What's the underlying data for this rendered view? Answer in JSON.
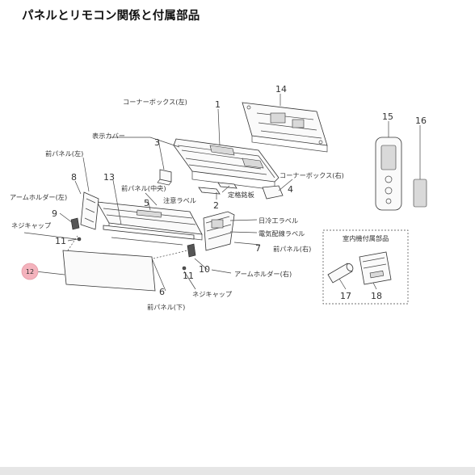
{
  "title": "パネルとリモコン関係と付属部品",
  "highlight_color": "#f4b3bd",
  "parts": {
    "p1": "1",
    "p2": "2",
    "p3": "3",
    "p4": "4",
    "p5": "5",
    "p6": "6",
    "p7": "7",
    "p8": "8",
    "p9": "9",
    "p10": "10",
    "p11a": "11",
    "p11b": "11",
    "p12": "12",
    "p13": "13",
    "p14": "14",
    "p15": "15",
    "p16": "16",
    "p17": "17",
    "p18": "18"
  },
  "labels": {
    "corner_box_left": "コーナーボックス(左)",
    "corner_box_right": "コーナーボックス(右)",
    "display_cover": "表示カバー",
    "front_panel_left": "前パネル(左)",
    "front_panel_center": "前パネル(中央)",
    "front_panel_right": "前パネル(右)",
    "front_panel_bottom": "前パネル(下)",
    "arm_holder_left": "アームホルダー(左)",
    "arm_holder_right": "アームホルダー(右)",
    "screw_cap_a": "ネジキャップ",
    "screw_cap_b": "ネジキャップ",
    "caution_label": "注意ラベル",
    "rating_plate": "定格銘板",
    "cooling_label": "日冷工ラベル",
    "wiring_label": "電気配線ラベル",
    "indoor_accessories": "室内機付属部品"
  }
}
